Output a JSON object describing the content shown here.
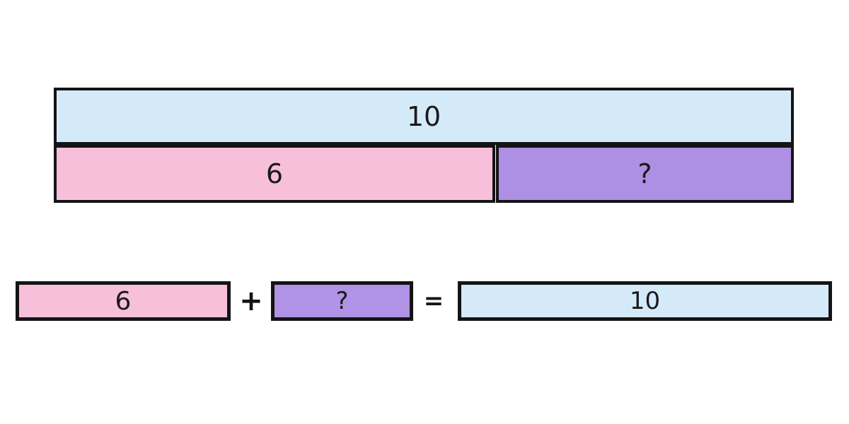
{
  "model": {
    "whole_label": "10",
    "part_known_label": "6",
    "part_unknown_label": "?"
  },
  "equation": {
    "addend1": "6",
    "plus_sign": "+",
    "addend2": "?",
    "equals_sign": "=",
    "sum": "10"
  },
  "colors": {
    "whole_fill": "#d5eaf9",
    "known_fill": "#f8bfdb",
    "unknown_fill": "#ad90e4",
    "border": "#141414"
  }
}
